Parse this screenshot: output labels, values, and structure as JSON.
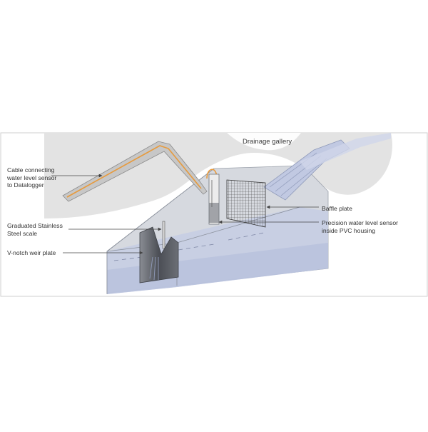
{
  "labels": {
    "drainage_gallery": "Drainage gallery",
    "cable": [
      "Cable connecting",
      "water level sensor",
      "to Datalogger"
    ],
    "graduated_scale": [
      "Graduated Stainless",
      "Steel scale"
    ],
    "vnotch": "V-notch weir plate",
    "baffle": "Baffle plate",
    "sensor": [
      "Precision water level sensor",
      "inside PVC housing"
    ]
  },
  "colors": {
    "gallery_fill": "#e3e3e3",
    "channel_wall": "#c9ccd2",
    "water": "#c6cde4",
    "water_dark": "#a8b3d6",
    "cable_orange": "#e79a3c",
    "steel_dark": "#5a5d64",
    "leader": "#444444"
  }
}
